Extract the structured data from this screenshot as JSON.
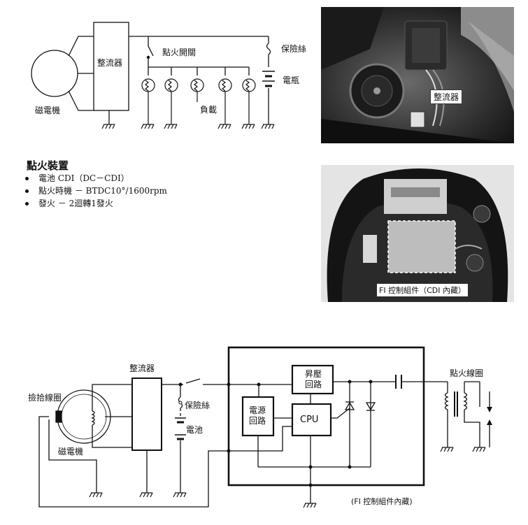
{
  "top_diagram": {
    "magneto_label": "磁電機",
    "rectifier_label": "整流器",
    "ignition_switch_label": "點火開關",
    "fuse_label": "保險絲",
    "battery_label": "電瓶",
    "load_label": "負載"
  },
  "ignition_spec": {
    "title": "點火裝置",
    "items": [
      "電池  CDI（DC－CDI）",
      "點火時機  －  BTDC10°/1600rpm",
      "發火  －  2迴轉1發火"
    ]
  },
  "photos": {
    "top_callout": "整流器",
    "bottom_callout": "FI 控制組件（CDI 內藏）"
  },
  "bottom_diagram": {
    "pickup_coil_label": "撿拾線圈",
    "magneto_label": "磁電機",
    "rectifier_label": "整流器",
    "fuse_label": "保險絲",
    "battery_label": "電池",
    "power_circuit_label": "電源\n回路",
    "boost_circuit_label": "昇壓\n回路",
    "cpu_label": "CPU",
    "ignition_coil_label": "點火線圈",
    "fi_unit_label": "(FI 控制組件內藏)"
  }
}
